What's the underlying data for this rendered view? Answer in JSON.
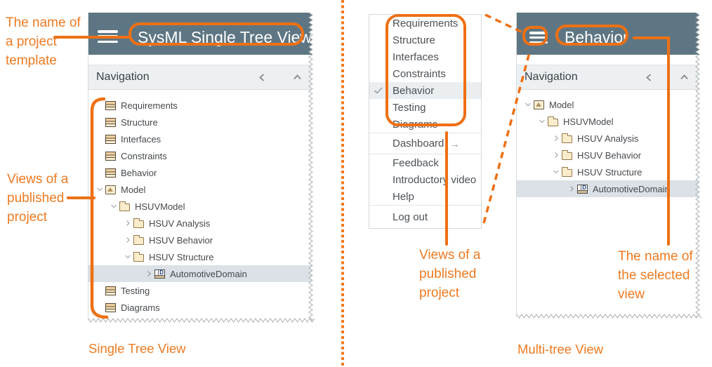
{
  "colors": {
    "accent_line": "#EE7014",
    "accent_text": "#EE7A22",
    "header": "#5E7683",
    "selection": "#DBE1E6"
  },
  "annotations": {
    "project_template_label": "The name of a project template",
    "views_published_left_label": "Views of a published project",
    "views_published_middle_label": "Views of a published project",
    "selected_view_label": "The name of the selected view",
    "caption_left": "Single Tree View",
    "caption_right": "Multi-tree View"
  },
  "left_panel": {
    "title": "SysML Single Tree View",
    "nav_header": "Navigation",
    "icons": [
      "menu-icon",
      "collapse-left-icon",
      "collapse-up-icon",
      "view-icon",
      "package-icon",
      "folder-icon",
      "diagram-icon"
    ],
    "tree": [
      {
        "label": "Requirements",
        "icon": "view"
      },
      {
        "label": "Structure",
        "icon": "view"
      },
      {
        "label": "Interfaces",
        "icon": "view"
      },
      {
        "label": "Constraints",
        "icon": "view"
      },
      {
        "label": "Behavior",
        "icon": "view"
      },
      {
        "label": "Model",
        "icon": "package",
        "chevron": "down"
      },
      {
        "label": "HSUVModel",
        "icon": "folder",
        "chevron": "down"
      },
      {
        "label": "HSUV Analysis",
        "icon": "folder",
        "chevron": "right"
      },
      {
        "label": "HSUV Behavior",
        "icon": "folder",
        "chevron": "right"
      },
      {
        "label": "HSUV Structure",
        "icon": "folder",
        "chevron": "down"
      },
      {
        "label": "AutomotiveDomain",
        "icon": "diagram",
        "chevron": "right",
        "selected": true
      },
      {
        "label": "Testing",
        "icon": "view"
      },
      {
        "label": "Diagrams",
        "icon": "view"
      }
    ]
  },
  "menu": {
    "view_items": [
      {
        "label": "Requirements"
      },
      {
        "label": "Structure"
      },
      {
        "label": "Interfaces"
      },
      {
        "label": "Constraints"
      },
      {
        "label": "Behavior",
        "checked": true
      },
      {
        "label": "Testing"
      },
      {
        "label": "Diagrams"
      }
    ],
    "dashboard_label": "Dashboard",
    "dashboard_arrow": "→",
    "links": [
      {
        "label": "Feedback"
      },
      {
        "label": "Introductory video"
      },
      {
        "label": "Help"
      }
    ],
    "logout_label": "Log out"
  },
  "right_panel": {
    "title": "Behavior",
    "nav_header": "Navigation",
    "tree": [
      {
        "label": "Model",
        "icon": "package",
        "chevron": "down"
      },
      {
        "label": "HSUVModel",
        "icon": "folder",
        "chevron": "down"
      },
      {
        "label": "HSUV Analysis",
        "icon": "folder",
        "chevron": "right"
      },
      {
        "label": "HSUV Behavior",
        "icon": "folder",
        "chevron": "right"
      },
      {
        "label": "HSUV Structure",
        "icon": "folder",
        "chevron": "down"
      },
      {
        "label": "AutomotiveDomain",
        "icon": "diagram",
        "chevron": "right",
        "selected": true
      }
    ]
  }
}
